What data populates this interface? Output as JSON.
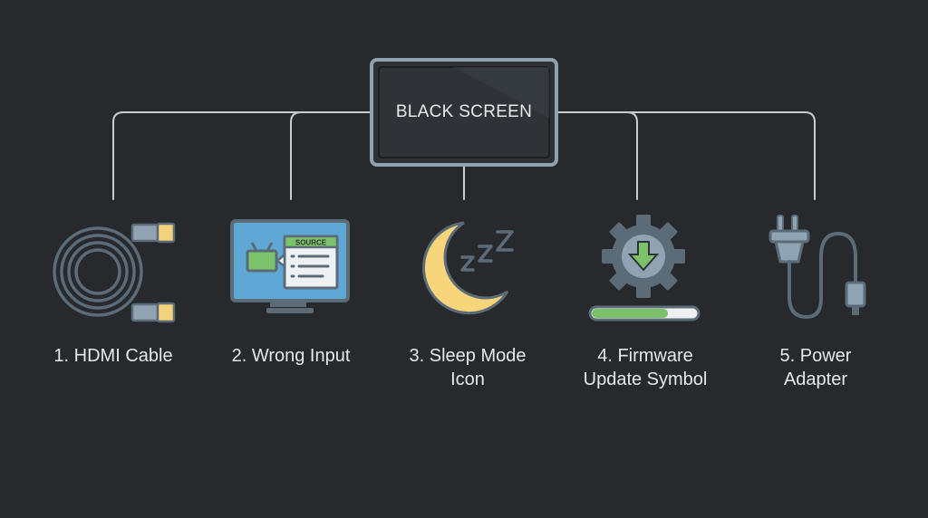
{
  "root": {
    "label": "BLACK SCREEN"
  },
  "causes": [
    {
      "id": "hdmi",
      "label": "1. HDMI Cable",
      "icon": "hdmi-cable-icon"
    },
    {
      "id": "input",
      "label": "2. Wrong Input",
      "icon": "monitor-source-menu-icon",
      "badge": "SOURCE"
    },
    {
      "id": "sleep",
      "label": "3. Sleep Mode\nIcon",
      "icon": "moon-sleep-icon"
    },
    {
      "id": "firmware",
      "label": "4. Firmware\nUpdate Symbol",
      "icon": "gear-download-icon"
    },
    {
      "id": "power",
      "label": "5. Power\nAdapter",
      "icon": "power-plug-icon"
    }
  ],
  "colors": {
    "background": "#27292d",
    "line": "#c9ccd1",
    "icon_stroke": "#5b6b78",
    "icon_fill": "#8fa3b3",
    "screen": "#2f3338",
    "moon": "#f7d57a",
    "arrow": "#7cc26a",
    "accent_blue": "#5fa8d6",
    "connector": "#f2d27a"
  }
}
